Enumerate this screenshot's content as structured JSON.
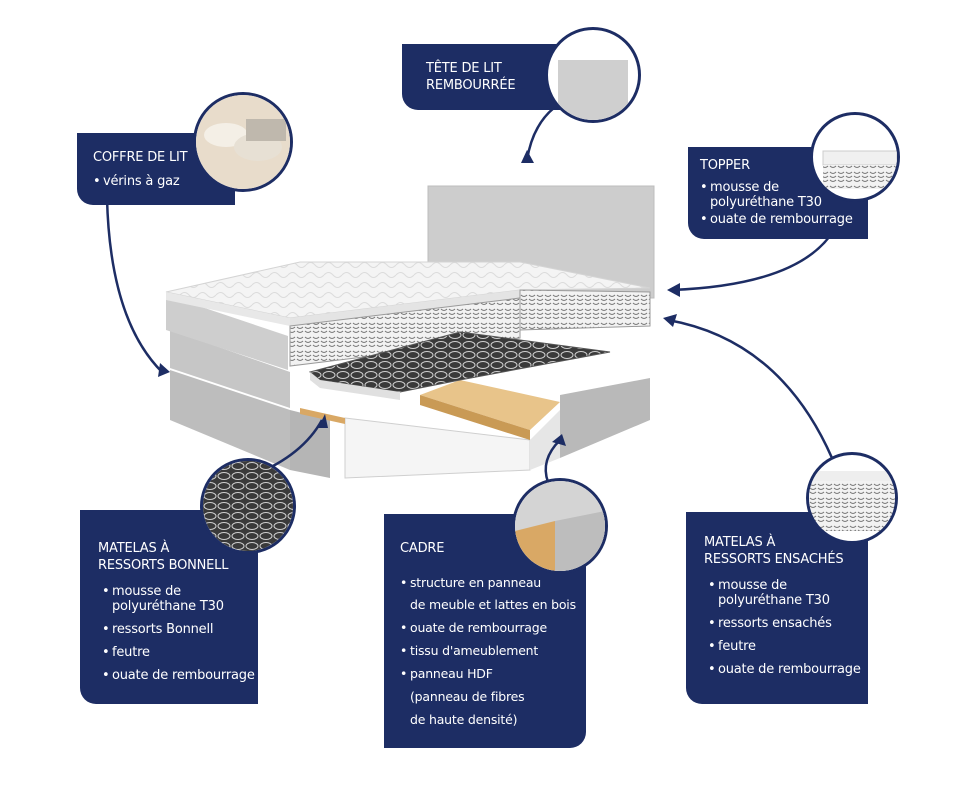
{
  "callouts": {
    "tete_de_lit": {
      "title_line1": "TÊTE DE LIT",
      "title_line2": "REMBOURRÉE"
    },
    "coffre_de_lit": {
      "title": "COFFRE DE LIT",
      "items": [
        "vérins à gaz"
      ]
    },
    "topper": {
      "title": "TOPPER",
      "items": [
        "mousse de",
        "polyuréthane T30",
        "ouate de rembourrage"
      ]
    },
    "matelas_bonnell": {
      "title_line1": "MATELAS À",
      "title_line2": "RESSORTS BONNELL",
      "items": [
        "mousse de",
        "polyuréthane T30",
        "ressorts Bonnell",
        "feutre",
        "ouate de rembourrage"
      ]
    },
    "cadre": {
      "title": "CADRE",
      "items": [
        "structure en panneau",
        "de meuble et lattes en bois",
        "ouate de rembourrage",
        "tissu d'ameublement",
        "panneau HDF",
        "(panneau de fibres",
        "de haute densité)"
      ]
    },
    "matelas_ensaches": {
      "title_line1": "MATELAS À",
      "title_line2": "RESSORTS ENSACHÉS",
      "items": [
        "mousse de",
        "polyuréthane T30",
        "ressorts ensachés",
        "feutre",
        "ouate de rembourrage"
      ]
    }
  },
  "colors": {
    "navy": "#1d2d64",
    "fabric": "#c9c9c9",
    "wood": "#d9a865",
    "white": "#ffffff"
  }
}
